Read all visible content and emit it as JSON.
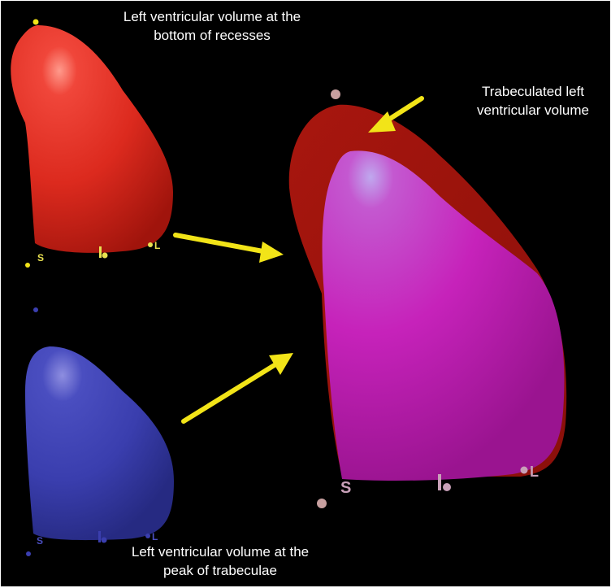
{
  "captions": {
    "red_volume": [
      "Left ventricular volume at the",
      "bottom of recesses"
    ],
    "combined_volume": [
      "Trabeculated left",
      "ventricular volume"
    ],
    "blue_volume": [
      "Left ventricular volume at the",
      "peak of trabeculae"
    ]
  },
  "markers": {
    "septal": "S",
    "lateral": "L"
  },
  "colors": {
    "background": "#000000",
    "red_volume": "#e02a1e",
    "blue_volume": "#3b3fb0",
    "trabeculated_shell": "#b01a12",
    "magenta_volume": "#c420b8",
    "arrow": "#f2e418",
    "caption_text": "#ffffff"
  }
}
